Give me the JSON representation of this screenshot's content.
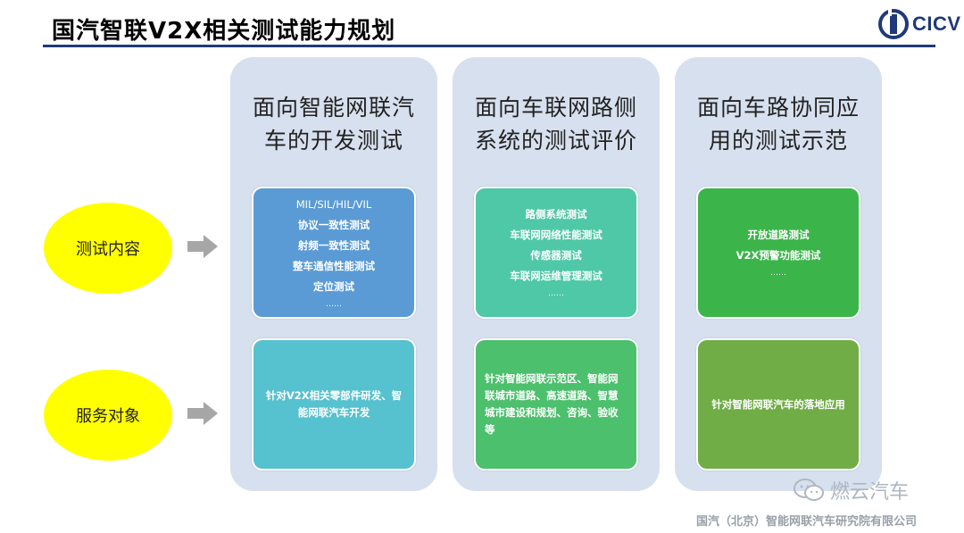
{
  "header": {
    "title": "国汽智联V2X相关测试能力规划",
    "logo_text": "CICV"
  },
  "labels": {
    "row1": "测试内容",
    "row2": "服务对象"
  },
  "columns": [
    {
      "title_lines": [
        "面向智能网联汽",
        "车的开发测试"
      ],
      "content_items": [
        "MIL/SIL/HIL/VIL",
        "协议一致性测试",
        "射频一致性测试",
        "整车通信性能测试",
        "定位测试",
        "……"
      ],
      "content_color": "#5b9bd5",
      "service_text": "针对V2X相关零部件研发、智能网联汽车开发",
      "service_color": "#56c1cf"
    },
    {
      "title_lines": [
        "面向车联网路侧",
        "系统的测试评价"
      ],
      "content_items": [
        "路侧系统测试",
        "车联网网络性能测试",
        "传感器测试",
        "车联网运维管理测试",
        "……"
      ],
      "content_color": "#4fc8a7",
      "service_text": "针对智能网联示范区、智能网联城市道路、高速道路、智慧城市建设和规划、咨询、验收等",
      "service_color": "#4cc06c"
    },
    {
      "title_lines": [
        "面向车路协同应",
        "用的测试示范"
      ],
      "content_items": [
        "开放道路测试",
        "V2X预警功能测试",
        "……"
      ],
      "content_color": "#3bb54a",
      "service_text": "针对智能网联汽车的落地应用",
      "service_color": "#70ad47"
    }
  ],
  "watermark": "燃云汽车",
  "footer": "国汽（北京）智能网联汽车研究院有限公司",
  "colors": {
    "title_rule": "#1f3a78",
    "column_bg": "#d7e0ee",
    "oval": "#ffff00",
    "arrow": "#a6a6a6"
  }
}
